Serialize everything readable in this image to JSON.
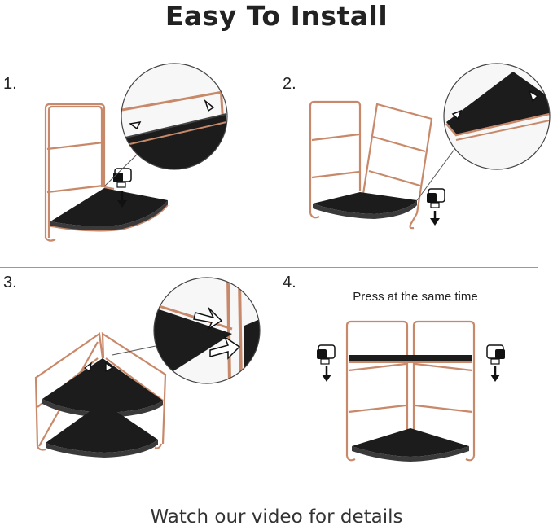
{
  "title": "Easy To Install",
  "steps": [
    {
      "number": "1."
    },
    {
      "number": "2."
    },
    {
      "number": "3."
    },
    {
      "number": "4.",
      "caption": "Press at the same time"
    }
  ],
  "footer": "Watch our video for details",
  "colors": {
    "frame": "#c8896a",
    "shelf": "#1c1c1c",
    "divider": "#9a9a9a",
    "arrow": "#111111"
  },
  "icons": [
    "press-hand-icon",
    "down-arrow-icon",
    "pointer-arrow-icon",
    "zoom-callout"
  ]
}
